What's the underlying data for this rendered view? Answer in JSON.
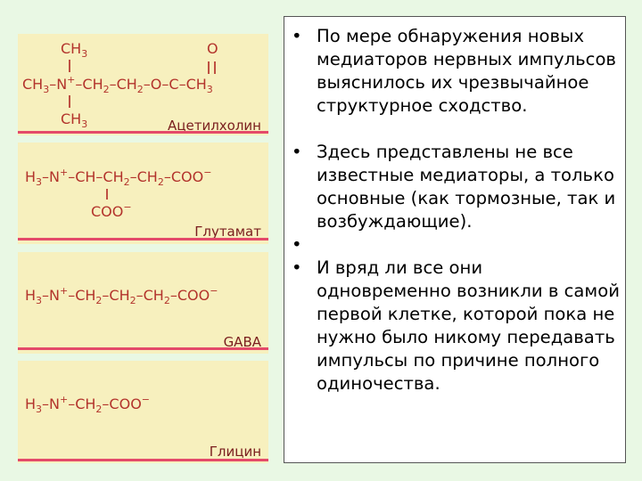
{
  "slide": {
    "bullet_glyph": "•",
    "bullets": [
      {
        "text": "По мере обнаружения новых медиаторов нервных импульсов выяснилось их чрезвычайное структурное сходство."
      },
      {
        "text": "Здесь представлены не все известные медиаторы, а только основные (как тормозные, так и возбуждающие)."
      },
      {
        "text": ""
      },
      {
        "text": "И вряд ли все они одновременно возникли в самой первой клетке, которой пока не нужно было никому передавать импульсы по причине полного одиночества."
      }
    ]
  },
  "molecules": {
    "acetylcholine": {
      "name": "Ацетилхолин",
      "top_group": "CH",
      "top_sub": "3",
      "bottom_group": "CH",
      "bottom_sub": "3",
      "charge": "+",
      "oxygen": "O",
      "chain": [
        "CH3",
        "N",
        "CH2",
        "CH2",
        "O",
        "C",
        "CH3"
      ]
    },
    "glutamate": {
      "name": "Глутамат",
      "left": "H",
      "left_sub": "3",
      "charge": "+",
      "side_group": "COO",
      "side_charge": "−",
      "end_group": "COO",
      "end_charge": "−"
    },
    "gaba": {
      "name": "GABA",
      "left": "H",
      "left_sub": "3",
      "charge": "+",
      "end_group": "COO",
      "end_charge": "−"
    },
    "glycine": {
      "name": "Глицин",
      "left": "H",
      "left_sub": "3",
      "charge": "+",
      "end_group": "COO",
      "end_charge": "−"
    }
  },
  "colors": {
    "background": "#e9f8e4",
    "formula_panel": "#f7f0be",
    "formula_text": "#b3342c",
    "divider_line": "#e44a6a",
    "label_text": "#7a1e1e"
  }
}
